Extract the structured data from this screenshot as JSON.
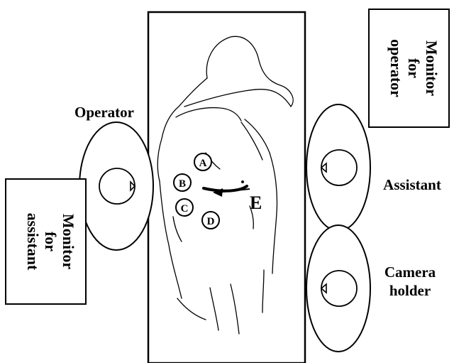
{
  "labels": {
    "operator": "Operator",
    "assistant": "Assistant",
    "camera_holder_line1": "Camera",
    "camera_holder_line2": "holder",
    "monitor_operator_line1": "Monitor",
    "monitor_operator_line2": "for",
    "monitor_operator_line3": "operator",
    "monitor_assistant_line1": "Monitor",
    "monitor_assistant_line2": "for",
    "monitor_assistant_line3": "assistant"
  },
  "ports": {
    "a": "A",
    "b": "B",
    "c": "C",
    "d": "D",
    "e": "E"
  },
  "colors": {
    "stroke": "#000000",
    "background": "#ffffff"
  }
}
